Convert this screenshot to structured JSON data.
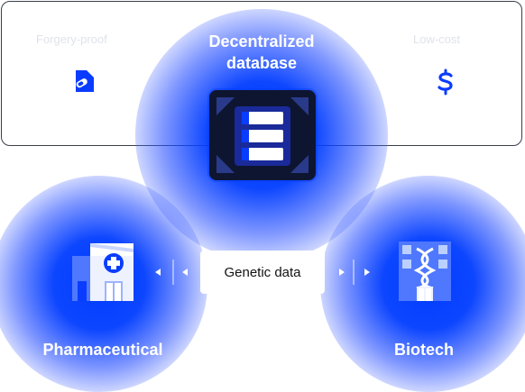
{
  "top_panel": {
    "left_label": "Forgery-proof",
    "right_label": "Low-cost"
  },
  "nodes": {
    "database": {
      "label_line1": "Decentralized",
      "label_line2": "database"
    },
    "pharma": {
      "label": "Pharmaceutical"
    },
    "biotech": {
      "label": "Biotech"
    }
  },
  "center": {
    "label": "Genetic data"
  },
  "colors": {
    "accent": "#0a3cff",
    "glow": "#003cff",
    "panel_border": "#3a3f4a",
    "faint_text": "#dfe3ea"
  },
  "icons": {
    "forgery": "document-shield-icon",
    "cost": "dollar-icon",
    "database": "database-stack-icon",
    "pharma": "hospital-icon",
    "biotech": "dna-building-icon"
  }
}
